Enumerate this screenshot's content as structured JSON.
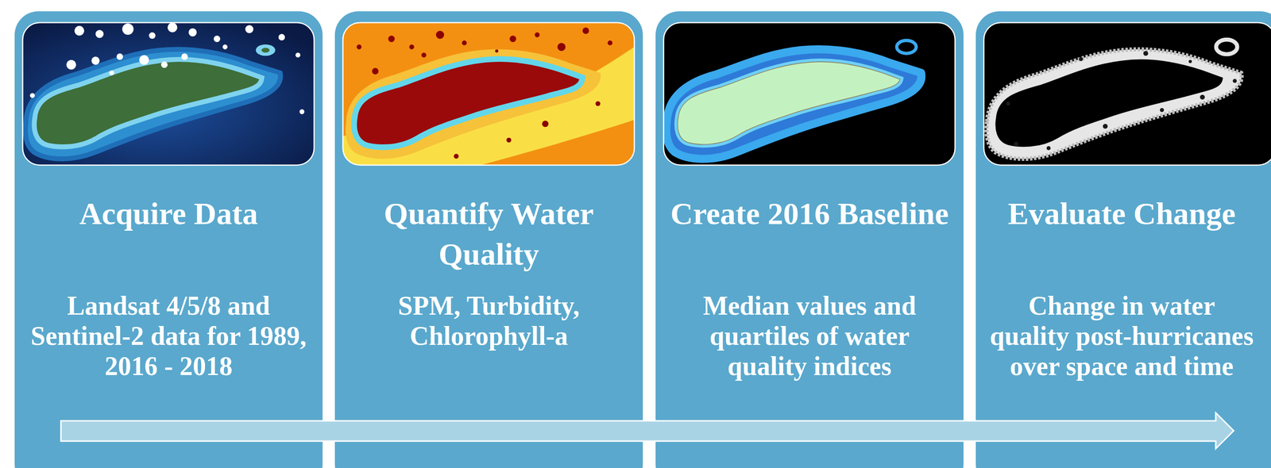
{
  "diagram": {
    "nodes": [
      {
        "text": [
          "Acquire Data",
          "Landsat 4/5/8 and Sentinel-2 data for 1989, 2016 - 2018"
        ]
      },
      {
        "text": [
          "Quantify Water Quality",
          "SPM, Turbidity, Chlorophyll-a"
        ]
      },
      {
        "text": [
          "Create 2016 Baseline",
          "Median values and quartiles of water quality indices"
        ]
      },
      {
        "text": [
          "Evaluate Change",
          "Change in water quality post-hurricanes over space and time"
        ]
      }
    ]
  }
}
